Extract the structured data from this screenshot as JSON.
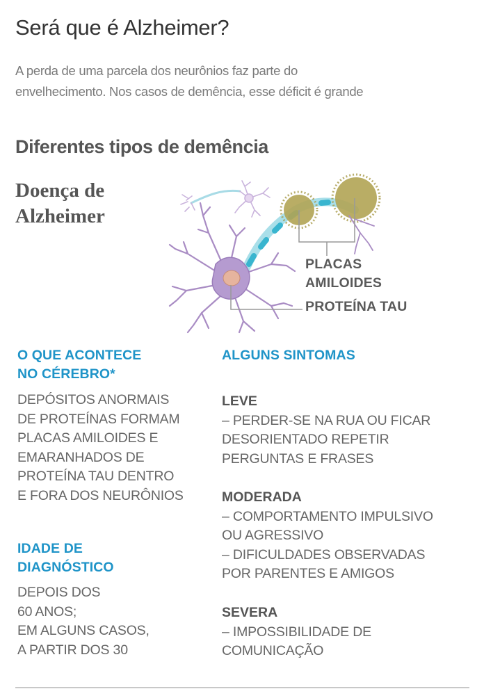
{
  "header": {
    "title": "Será que é Alzheimer?",
    "subtitle_lines": [
      "A perda de uma parcela dos neurônios faz parte do",
      "envelhecimento. Nos casos de demência, esse déficit é grande"
    ]
  },
  "section": {
    "title": "Diferentes tipos de demência",
    "disease_name_lines": [
      "Doença de",
      "Alzheimer"
    ]
  },
  "illustration": {
    "subject": "neuron-icon",
    "labels": {
      "placas_lines": [
        "PLACAS",
        "AMILOIDES"
      ],
      "tau": "PROTEÍNA TAU"
    },
    "colors": {
      "neuron": "#a98cc4",
      "axon": "#6fc3d6",
      "plaque": "#a89a48",
      "nucleus": "#e0a98e",
      "leader_line": "#999999"
    }
  },
  "left_column": {
    "what_happens": {
      "heading_lines": [
        "O QUE ACONTECE",
        "NO CÉREBRO*"
      ],
      "body_lines": [
        "DEPÓSITOS ANORMAIS",
        "DE PROTEÍNAS FORMAM",
        "PLACAS AMILOIDES E",
        "EMARANHADOS DE",
        "PROTEÍNA TAU DENTRO",
        "E FORA DOS NEURÔNIOS"
      ]
    },
    "diagnosis_age": {
      "heading_lines": [
        "IDADE DE",
        "DIAGNÓSTICO"
      ],
      "body_lines": [
        "DEPOIS DOS",
        "60 ANOS;",
        "EM ALGUNS CASOS,",
        "A PARTIR DOS 30"
      ]
    }
  },
  "right_column": {
    "heading": "ALGUNS SINTOMAS",
    "levels": [
      {
        "name": "LEVE",
        "lines": [
          "– PERDER-SE NA RUA OU FICAR",
          "DESORIENTADO REPETIR",
          "PERGUNTAS E FRASES"
        ]
      },
      {
        "name": "MODERADA",
        "lines": [
          "– COMPORTAMENTO IMPULSIVO",
          "OU AGRESSIVO",
          "– DIFICULDADES OBSERVADAS",
          "POR PARENTES E AMIGOS"
        ]
      },
      {
        "name": "SEVERA",
        "lines": [
          "– IMPOSSIBILIDADE DE",
          "COMUNICAÇÃO"
        ]
      }
    ]
  },
  "theme": {
    "accent": "#1f94c8",
    "text_dark": "#333333",
    "text_gray": "#666666",
    "rule": "#c8c8c8"
  }
}
